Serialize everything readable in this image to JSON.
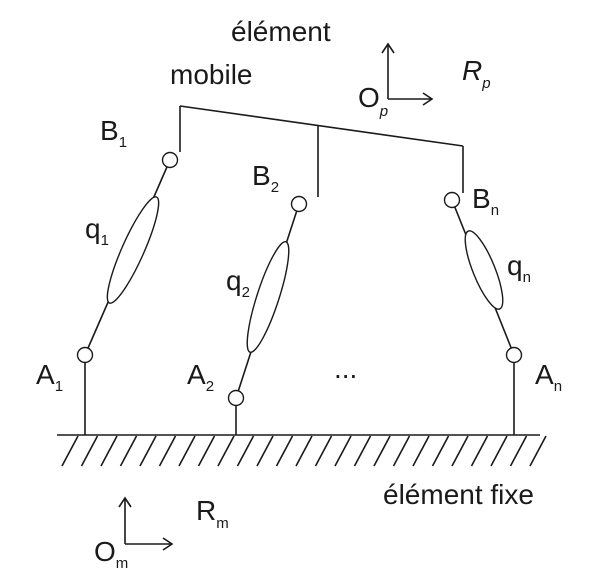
{
  "labels": {
    "mobile_line1": "élément",
    "mobile_line2": "mobile",
    "fixed": "élément fixe",
    "ellipsis": "...",
    "rp_main": "R",
    "rp_sub": "p",
    "op_main": "O",
    "op_sub": "p",
    "rm_main": "R",
    "rm_sub": "m",
    "om_main": "O",
    "om_sub": "m",
    "b1_main": "B",
    "b1_sub": "1",
    "b2_main": "B",
    "b2_sub": "2",
    "bn_main": "B",
    "bn_sub": "n",
    "a1_main": "A",
    "a1_sub": "1",
    "a2_main": "A",
    "a2_sub": "2",
    "an_main": "A",
    "an_sub": "n",
    "q1_main": "q",
    "q1_sub": "1",
    "q2_main": "q",
    "q2_sub": "2",
    "qn_main": "q",
    "qn_sub": "n"
  }
}
